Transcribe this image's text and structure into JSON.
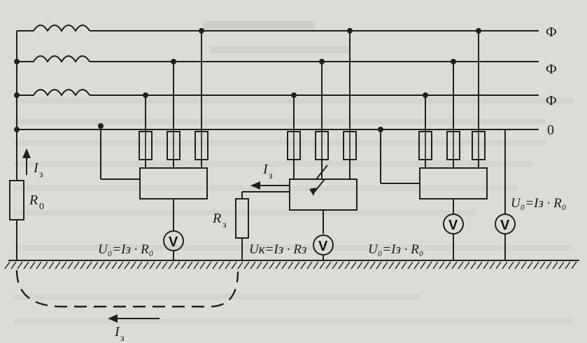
{
  "phases": [
    "Ф",
    "Ф",
    "Ф"
  ],
  "neutral": "0",
  "ground_current": {
    "symbol": "I",
    "subscript": "з"
  },
  "resistor_source": {
    "symbol": "R",
    "subscript": "0"
  },
  "resistor_fault": {
    "symbol": "R",
    "subscript": "з"
  },
  "voltmeter_symbol": "V",
  "formulas": {
    "load1": "U₀=Iз · R₀",
    "load2": "Uк=Iз · Rз",
    "load3": "U₀=Iз · R₀",
    "right": "U₀=Iз · R₀"
  }
}
